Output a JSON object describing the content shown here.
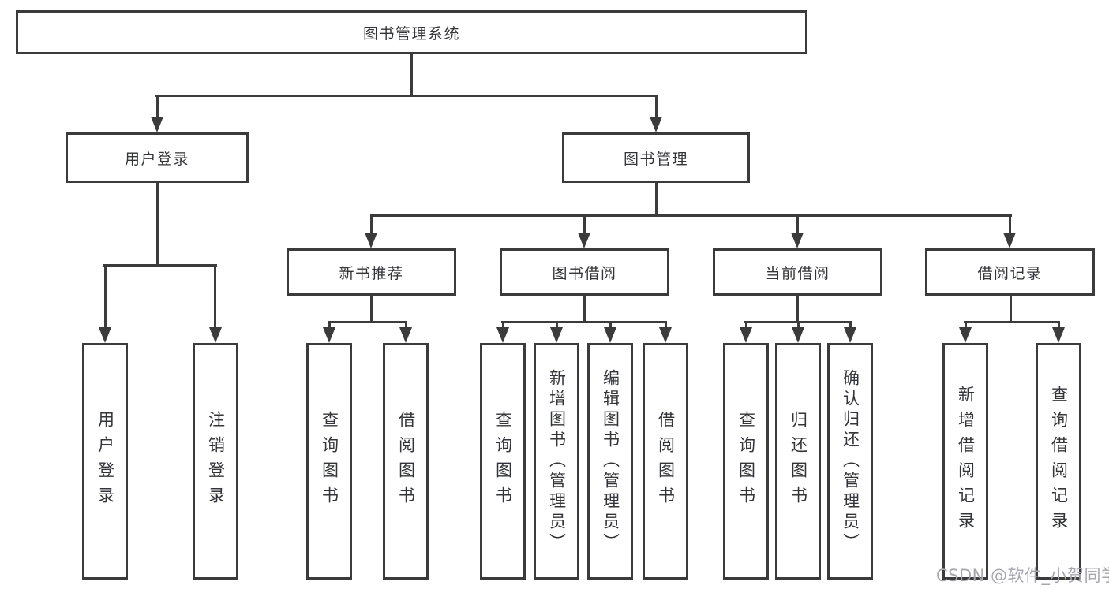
{
  "nodes": {
    "root": "图书管理系统",
    "l2": [
      "用户登录",
      "图书管理"
    ],
    "l3": [
      "新书推荐",
      "图书借阅",
      "当前借阅",
      "借阅记录"
    ],
    "leaves": [
      "用户登录",
      "注销登录",
      "查询图书",
      "借阅图书",
      "查询图书",
      "新增图书（管理员）",
      "编辑图书（管理员）",
      "借阅图书",
      "查询图书",
      "归还图书",
      "确认归还（管理员）",
      "新增借阅记录",
      "查询借阅记录"
    ]
  },
  "watermark": "CSDN @软件_小贺同学",
  "colors": {
    "line": "#3b3b3b",
    "text": "#34353a",
    "watermark": "#a7a7b0",
    "background": "#ffffff"
  }
}
